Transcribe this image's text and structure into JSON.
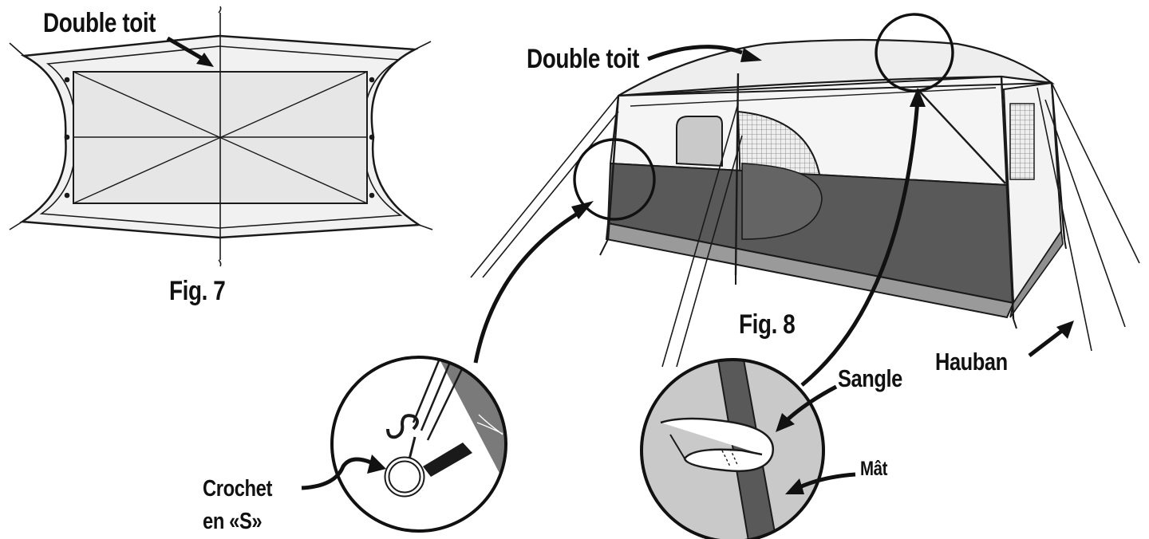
{
  "fig7": {
    "caption": "Fig. 7",
    "label_double_toit": "Double toit"
  },
  "fig8": {
    "caption": "Fig. 8",
    "label_double_toit": "Double toit",
    "label_hauban": "Hauban",
    "label_sangle": "Sangle",
    "label_mat": "Mât",
    "label_crochet_line1": "Crochet",
    "label_crochet_line2": "en «S»"
  },
  "colors": {
    "outline": "#1a1a1a",
    "fly_fill": "#f1f1f1",
    "fly_inner": "#e2e2e2",
    "wall_dark": "#595959",
    "floor": "#9a9a9a",
    "door": "#c9c9c9",
    "mesh": "#cfcfcf"
  }
}
